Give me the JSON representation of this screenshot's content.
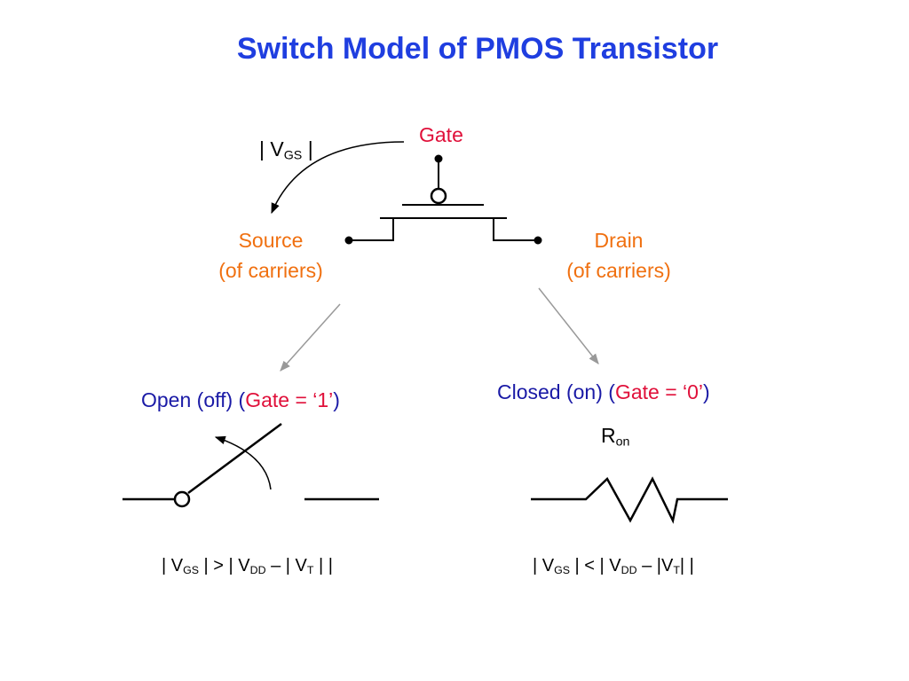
{
  "title": "Switch Model of PMOS Transistor",
  "transistor": {
    "gate_label": "Gate",
    "vgs_bar_left": "| V",
    "vgs_sub": "GS",
    "vgs_bar_right": " |",
    "source_label": "Source",
    "source_sub_label": "(of carriers)",
    "drain_label": "Drain",
    "drain_sub_label": "(of carriers)"
  },
  "open_case": {
    "state": "Open (off) (",
    "gate_text": "Gate = ‘1’",
    "close_paren": ")",
    "condition": {
      "p1": "| V",
      "s1": "GS",
      "p2": " | > | V",
      "s2": "DD",
      "p3": " – | V",
      "s3": "T",
      "p4": " | |"
    }
  },
  "closed_case": {
    "state": "Closed (on) (",
    "gate_text": "Gate = ‘0’",
    "close_paren": ")",
    "ron_main": "R",
    "ron_sub": "on",
    "condition": {
      "p1": "| V",
      "s1": "GS",
      "p2": " | < | V",
      "s2": "DD",
      "p3": " – |V",
      "s3": "T",
      "p4": "| |"
    }
  },
  "colors": {
    "title": "#1f3ee0",
    "gate": "#e0103a",
    "terminal": "#f07010",
    "state": "#1a1aa6",
    "arrow": "#999999"
  }
}
